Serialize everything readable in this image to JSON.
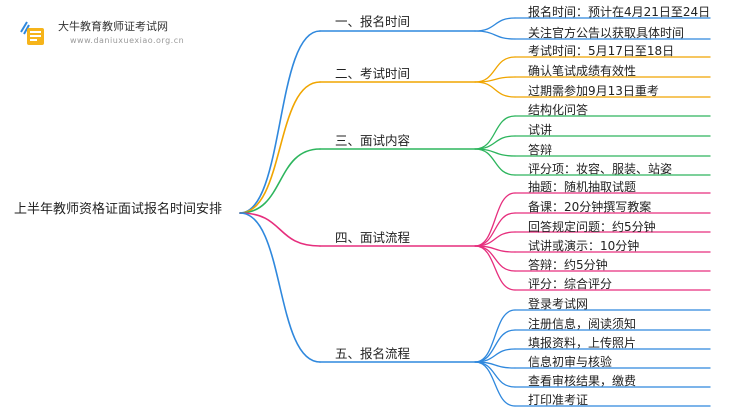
{
  "logo": {
    "name": "大牛教育教师证考试网",
    "url": "www.daniuxuexiao.org.cn"
  },
  "root": "上半年教师资格证面试报名时间安排",
  "branches": [
    {
      "label": "一、报名时间",
      "color": "#2f88dd",
      "leaves": [
        "报名时间：预计在4月21日至24日",
        "关注官方公告以获取具体时间"
      ]
    },
    {
      "label": "二、考试时间",
      "color": "#f0a500",
      "leaves": [
        "考试时间：5月17日至18日",
        "确认笔试成绩有效性",
        "过期需参加9月13日重考"
      ]
    },
    {
      "label": "三、面试内容",
      "color": "#2db55d",
      "leaves": [
        "结构化问答",
        "试讲",
        "答辩",
        "评分项：妆容、服装、站姿"
      ]
    },
    {
      "label": "四、面试流程",
      "color": "#e62e7d",
      "leaves": [
        "抽题：随机抽取试题",
        "备课：20分钟撰写教案",
        "回答规定问题：约5分钟",
        "试讲或演示：10分钟",
        "答辩：约5分钟",
        "评分：综合评分"
      ]
    },
    {
      "label": "五、报名流程",
      "color": "#2f88dd",
      "leaves": [
        "登录考试网",
        "注册信息，阅读须知",
        "填报资料，上传照片",
        "信息初审与核验",
        "查看审核结果，缴费",
        "打印准考证"
      ]
    }
  ]
}
